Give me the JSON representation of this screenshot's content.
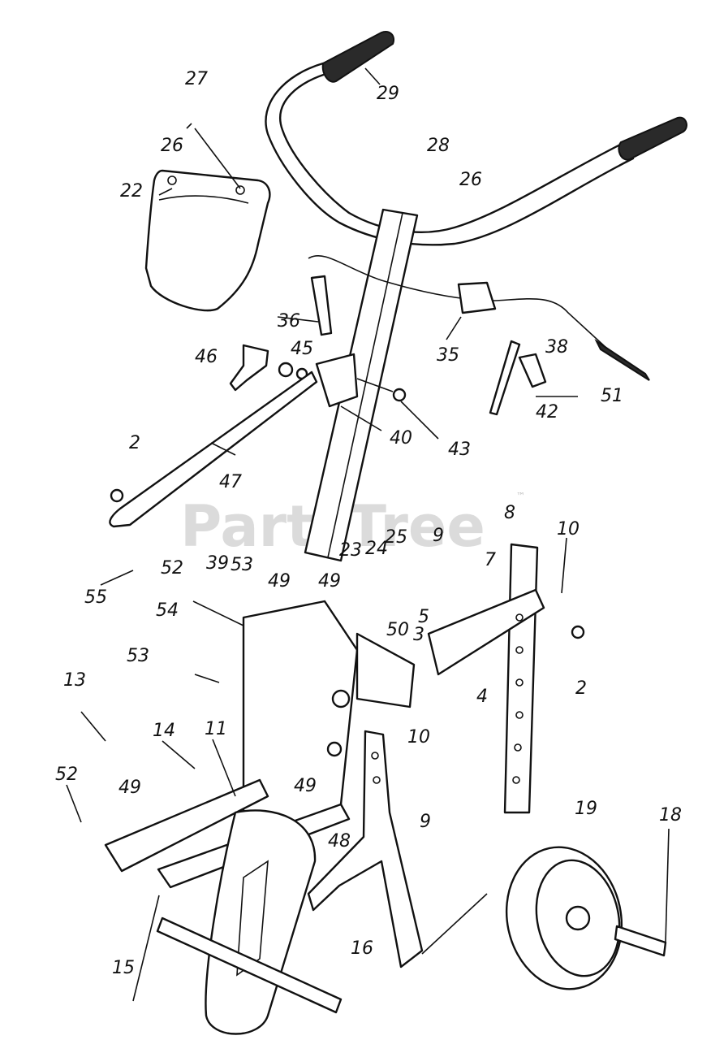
{
  "watermark": {
    "text": "PartsTree",
    "mark": "™"
  },
  "callouts": [
    {
      "key": "c27",
      "label": "27"
    },
    {
      "key": "c26a",
      "label": "26"
    },
    {
      "key": "c22",
      "label": "22"
    },
    {
      "key": "c29",
      "label": "29"
    },
    {
      "key": "c28",
      "label": "28"
    },
    {
      "key": "c26b",
      "label": "26"
    },
    {
      "key": "c36",
      "label": "36"
    },
    {
      "key": "c35",
      "label": "35"
    },
    {
      "key": "c38",
      "label": "38"
    },
    {
      "key": "c46",
      "label": "46"
    },
    {
      "key": "c45",
      "label": "45"
    },
    {
      "key": "c51",
      "label": "51"
    },
    {
      "key": "c42",
      "label": "42"
    },
    {
      "key": "c40",
      "label": "40"
    },
    {
      "key": "c43",
      "label": "43"
    },
    {
      "key": "c2a",
      "label": "2"
    },
    {
      "key": "c47",
      "label": "47"
    },
    {
      "key": "c8",
      "label": "8"
    },
    {
      "key": "c10a",
      "label": "10"
    },
    {
      "key": "c7",
      "label": "7"
    },
    {
      "key": "c9a",
      "label": "9"
    },
    {
      "key": "c25",
      "label": "25"
    },
    {
      "key": "c24",
      "label": "24"
    },
    {
      "key": "c23",
      "label": "23"
    },
    {
      "key": "c55",
      "label": "55"
    },
    {
      "key": "c52a",
      "label": "52"
    },
    {
      "key": "c39",
      "label": "39"
    },
    {
      "key": "c53a",
      "label": "53"
    },
    {
      "key": "c49a",
      "label": "49"
    },
    {
      "key": "c49b",
      "label": "49"
    },
    {
      "key": "c5",
      "label": "5"
    },
    {
      "key": "c50",
      "label": "50"
    },
    {
      "key": "c3",
      "label": "3"
    },
    {
      "key": "c54",
      "label": "54"
    },
    {
      "key": "c53b",
      "label": "53"
    },
    {
      "key": "c4",
      "label": "4"
    },
    {
      "key": "c2b",
      "label": "2"
    },
    {
      "key": "c13",
      "label": "13"
    },
    {
      "key": "c14",
      "label": "14"
    },
    {
      "key": "c11",
      "label": "11"
    },
    {
      "key": "c10b",
      "label": "10"
    },
    {
      "key": "c49c",
      "label": "49"
    },
    {
      "key": "c49d",
      "label": "49"
    },
    {
      "key": "c9b",
      "label": "9"
    },
    {
      "key": "c52b",
      "label": "52"
    },
    {
      "key": "c48",
      "label": "48"
    },
    {
      "key": "c19",
      "label": "19"
    },
    {
      "key": "c18",
      "label": "18"
    },
    {
      "key": "c15",
      "label": "15"
    },
    {
      "key": "c16",
      "label": "16"
    }
  ]
}
